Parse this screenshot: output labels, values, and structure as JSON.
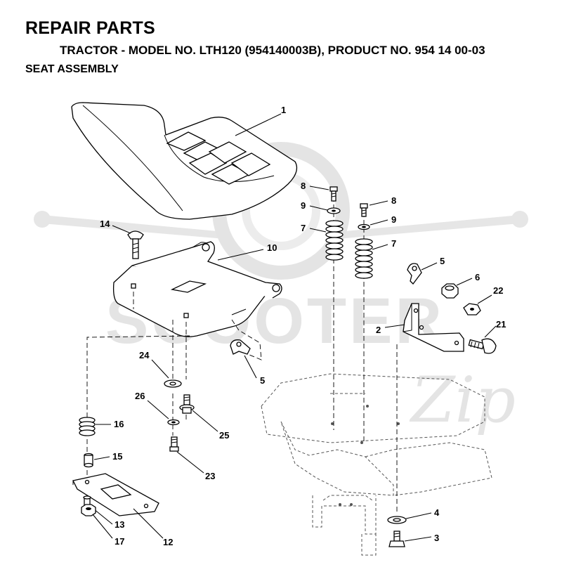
{
  "header": {
    "title": "REPAIR PARTS",
    "subtitle": "TRACTOR - MODEL NO. LTH120 (954140003B), PRODUCT NO. 954 14 00-03",
    "section": "SEAT ASSEMBLY"
  },
  "watermark": {
    "text": "SCOOTER",
    "script": "Zip",
    "color": "#e4e4e4"
  },
  "callouts": {
    "c1": "1",
    "c2": "2",
    "c3": "3",
    "c4": "4",
    "c5a": "5",
    "c5b": "5",
    "c6": "6",
    "c7a": "7",
    "c7b": "7",
    "c8a": "8",
    "c8b": "8",
    "c9a": "9",
    "c9b": "9",
    "c10": "10",
    "c12": "12",
    "c13": "13",
    "c14": "14",
    "c15": "15",
    "c16": "16",
    "c17": "17",
    "c21": "21",
    "c22": "22",
    "c23": "23",
    "c24": "24",
    "c25": "25",
    "c26": "26"
  }
}
